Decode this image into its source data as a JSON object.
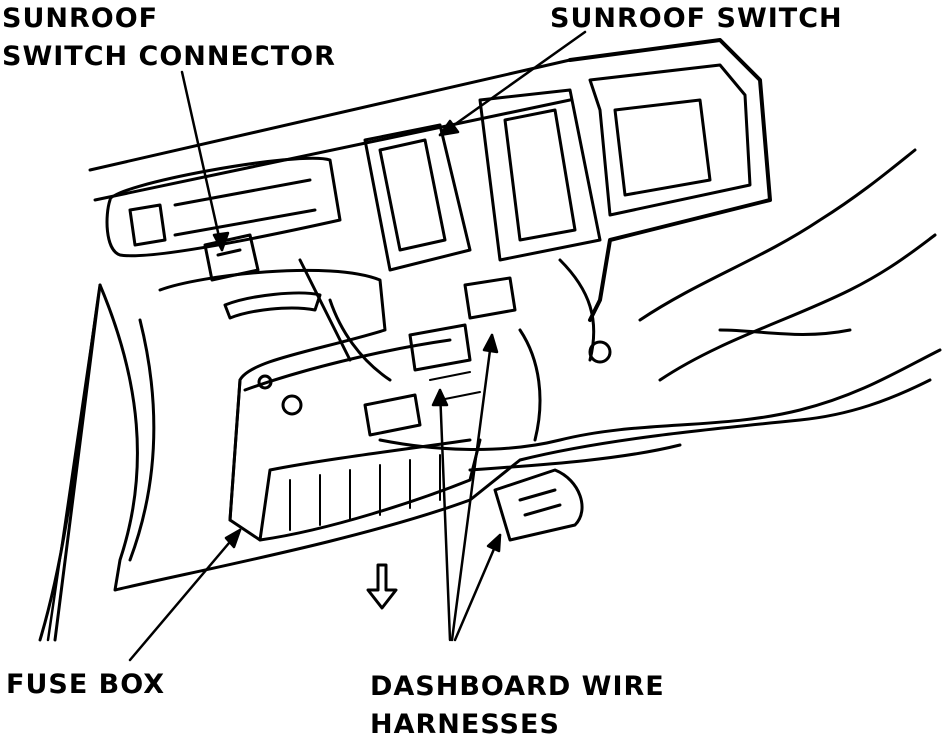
{
  "labels": {
    "sunroof_switch_connector": {
      "line1": "SUNROOF",
      "line2": "SWITCH CONNECTOR"
    },
    "sunroof_switch": "SUNROOF SWITCH",
    "fuse_box": "FUSE BOX",
    "dashboard_wire_harnesses": {
      "line1": "DASHBOARD WIRE",
      "line2": "HARNESSES"
    }
  },
  "colors": {
    "ink": "#000000",
    "paper": "#ffffff"
  }
}
